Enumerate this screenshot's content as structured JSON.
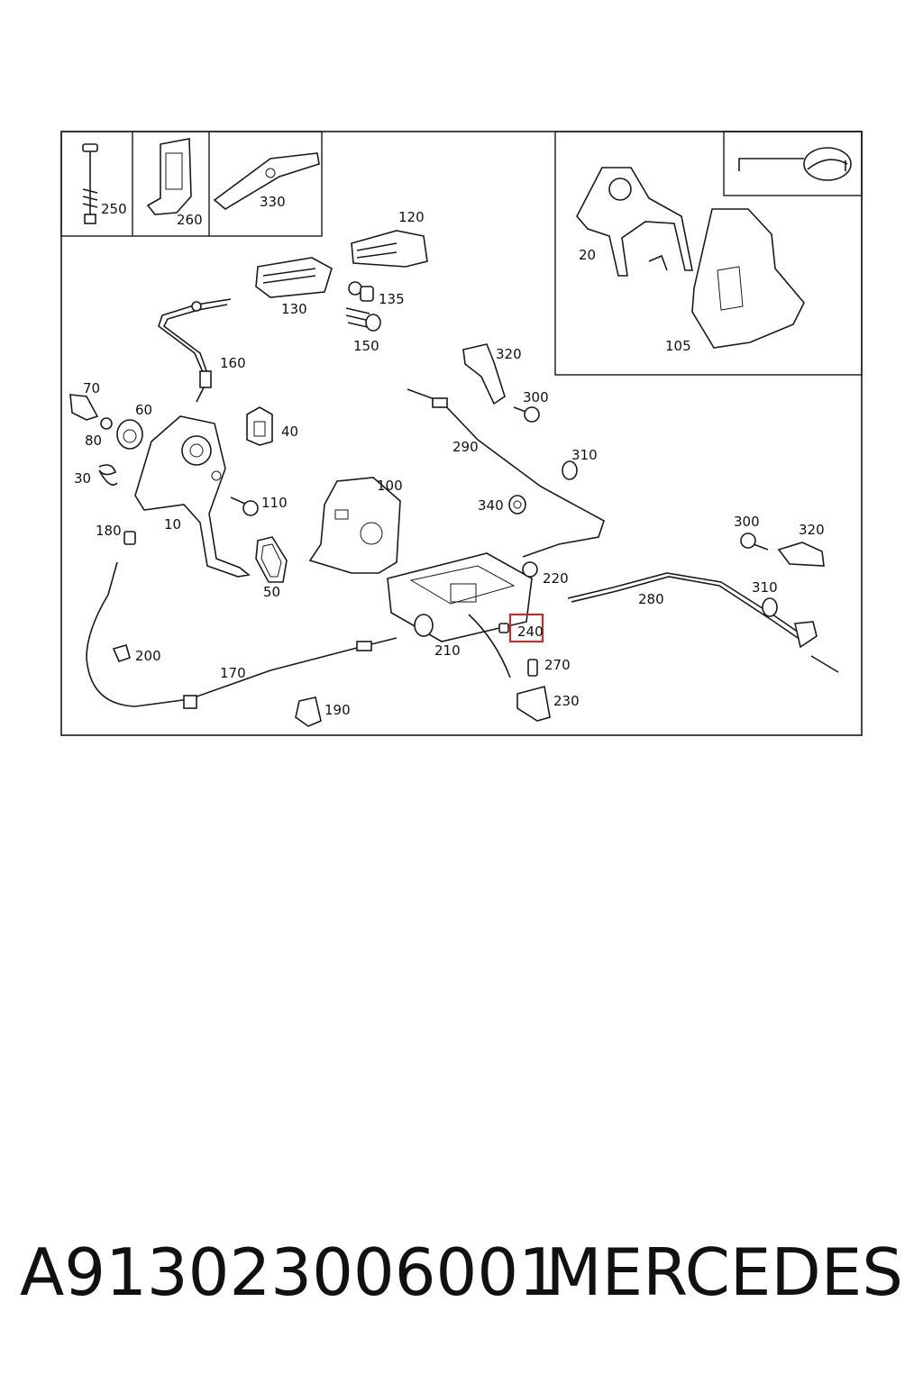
{
  "callouts": {
    "c250": "250",
    "c260": "260",
    "c330": "330",
    "c120": "120",
    "c130": "130",
    "c135": "135",
    "c150": "150",
    "c160": "160",
    "c70": "70",
    "c60": "60",
    "c80": "80",
    "c40": "40",
    "c30": "30",
    "c10": "10",
    "c110": "110",
    "c100": "100",
    "c180": "180",
    "c50": "50",
    "c320a": "320",
    "c300a": "300",
    "c290": "290",
    "c310a": "310",
    "c340": "340",
    "c220": "220",
    "c280": "280",
    "c300b": "300",
    "c320b": "320",
    "c310b": "310",
    "c240": "240",
    "c210": "210",
    "c270": "270",
    "c230": "230",
    "c200": "200",
    "c170": "170",
    "c190": "190",
    "c20": "20",
    "c105": "105"
  },
  "highlight": {
    "callout": "240",
    "color": "#e02020"
  },
  "footer": {
    "part_number": "A913023006001",
    "brand": "MERCEDES"
  }
}
